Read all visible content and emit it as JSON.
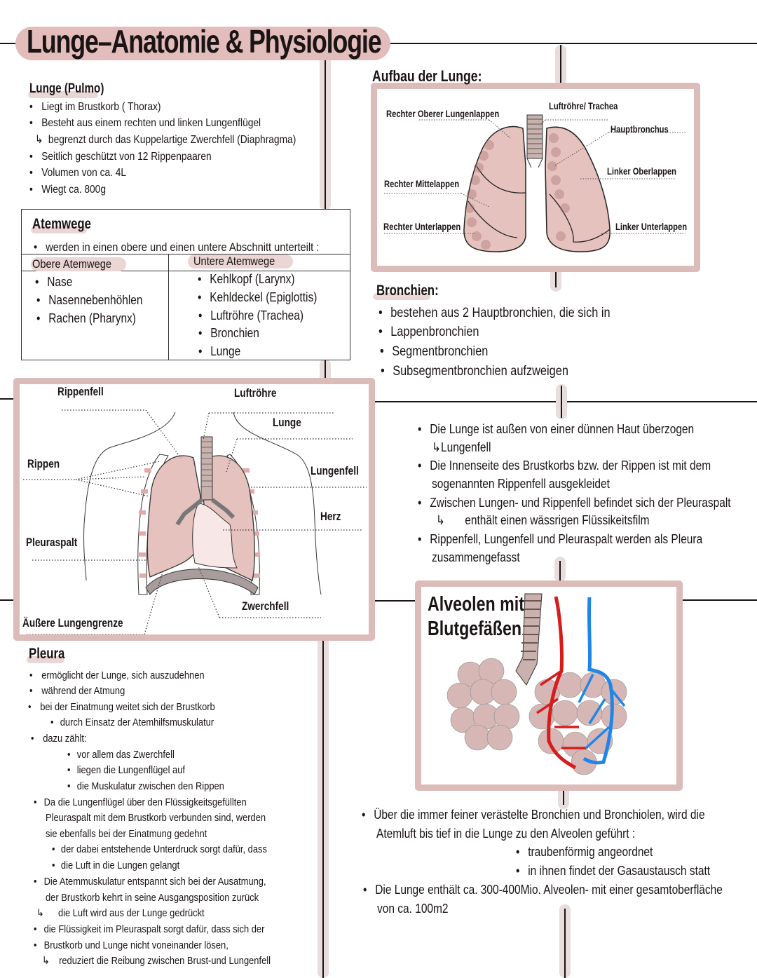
{
  "title": "Lunge–Anatomie & Physiologie",
  "colors": {
    "accent_pink": "#e3bdbb",
    "frame": "#dbbcb9",
    "highlight": "#ead6d5",
    "lung_fill": "#e6c2bf",
    "artery": "#d81c1c",
    "vein": "#1f86e8"
  },
  "pulmo": {
    "heading": "Lunge (Pulmo)",
    "items": [
      "Liegt im Brustkorb ( Thorax)",
      "Besteht aus einem rechten und linken Lungenflügel",
      "begrenzt durch das Kuppelartige Zwerchfell (Diaphragma)",
      "Seitlich geschützt von 12 Rippenpaaren",
      "Volumen von ca. 4L",
      "Wiegt ca. 800g"
    ]
  },
  "atemwege": {
    "heading": "Atemwege",
    "intro": "werden in einen obere und einen untere Abschnitt unterteilt :",
    "columns": [
      {
        "header": "Obere Atemwege",
        "items": [
          "Nase",
          "Nasennebenhöhlen",
          "Rachen (Pharynx)"
        ]
      },
      {
        "header": "Untere Atemwege",
        "items": [
          "Kehlkopf (Larynx)",
          "Kehldeckel (Epiglottis)",
          "Luftröhre (Trachea)",
          "Bronchien",
          "Lunge"
        ]
      }
    ]
  },
  "aufbau": {
    "heading": "Aufbau der Lunge:",
    "labels": {
      "rechter_oberer": "Rechter Oberer Lungenlappen",
      "trachea": "Luftröhre/ Trachea",
      "hauptbronchus": "Hauptbronchus",
      "linker_ober": "Linker Oberlappen",
      "rechter_mittel": "Rechter Mittelappen",
      "rechter_unter": "Rechter Unterlappen",
      "linker_unter": "Linker Unterlappen"
    }
  },
  "bronchien": {
    "heading": "Bronchien:",
    "items": [
      "bestehen aus 2 Hauptbronchien, die sich in",
      "Lappenbronchien",
      "Segmentbronchien",
      "Subsegmentbronchien aufzweigen"
    ]
  },
  "thorax_diagram": {
    "labels": {
      "rippenfell": "Rippenfell",
      "luftroehre": "Luftröhre",
      "lunge": "Lunge",
      "rippen": "Rippen",
      "lungenfell": "Lungenfell",
      "herz": "Herz",
      "pleuraspalt": "Pleuraspalt",
      "zwerchfell": "Zwerchfell",
      "aeussere": "Äußere Lungengrenze"
    }
  },
  "pleura_info": {
    "items": [
      "Die Lunge ist außen von einer dünnen Haut überzogen",
      "Lungenfell",
      "Die Innenseite des Brustkorbs bzw. der Rippen ist mit dem",
      "sogenannten Rippenfell ausgekleidet",
      "Zwischen Lungen- und Rippenfell befindet sich der Pleuraspalt",
      "enthält einen wässrigen Flüssikeitsfilm",
      "Rippenfell, Lungenfell und Pleuraspalt werden als Pleura",
      "zusammengefasst"
    ]
  },
  "alveolen": {
    "heading_line1": "Alveolen mit",
    "heading_line2": "Blutgefäßen",
    "items": [
      "Über die immer feiner verästelte Bronchien und Bronchiolen, wird die",
      "Atemluft bis tief in die Lunge zu den Alveolen geführt :",
      "traubenförmig angeordnet",
      "in ihnen findet der Gasaustausch statt",
      "Die Lunge enthält ca. 300-400Mio. Alveolen- mit einer gesamtoberfläche",
      "von  ca. 100m2"
    ]
  },
  "pleura": {
    "heading": "Pleura",
    "items": [
      "ermöglicht der Lunge, sich auszudehnen",
      "während der Atmung",
      "bei der Einatmung weitet sich der Brustkorb",
      "durch Einsatz der Atemhilfsmuskulatur",
      "dazu zählt:",
      "vor allem das Zwerchfell",
      "liegen die Lungenflügel auf",
      "die Muskulatur zwischen den Rippen",
      "Da die Lungenflügel über den Flüssigkeitsgefüllten",
      "Pleuraspalt mit dem Brustkorb verbunden sind, werden",
      "sie ebenfalls bei der Einatmung gedehnt",
      "der dabei entstehende Unterdruck sorgt dafür, dass",
      "die Luft in die Lungen gelangt",
      "Die Atemmuskulatur entspannt sich bei der Ausatmung,",
      "der Brustkorb kehrt in seine Ausgangsposition zurück",
      "die Luft wird aus der Lunge gedrückt",
      "die Flüssigkeit im Pleuraspalt sorgt dafür, dass sich der",
      "Brustkorb und Lunge nicht voneinander lösen,",
      "reduziert die Reibung zwischen Brust-und Lungenfell"
    ]
  }
}
